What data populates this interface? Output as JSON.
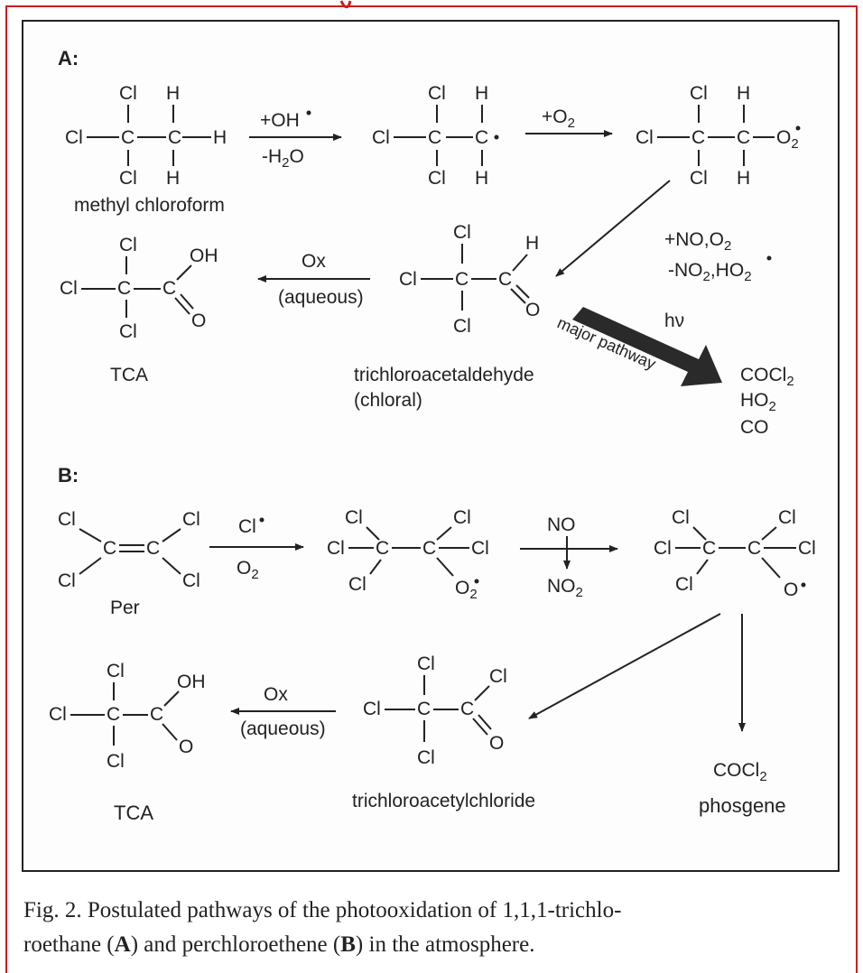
{
  "section_a_label": "A:",
  "section_b_label": "B:",
  "atoms": {
    "cl": "Cl",
    "c": "C",
    "h": "H",
    "o": "O",
    "oh": "OH",
    "o2": "O",
    "o2_sub": "2"
  },
  "scheme_a": {
    "start_name": "methyl chloroform",
    "step1_reagent": "+OH",
    "step1_loss": "-H",
    "step1_loss_sub": "2",
    "step1_loss_tail": "O",
    "step2_reagent": "+O",
    "step2_reagent_sub": "2",
    "step3_add": "+NO,O",
    "step3_add_sub": "2",
    "step3_loss": "-NO",
    "step3_loss_sub1": "2",
    "step3_loss_mid": ",HO",
    "step3_loss_sub2": "2",
    "ox_label": "Ox",
    "aqueous_label": "(aqueous)",
    "aldehyde_name": "trichloroacetaldehyde",
    "aldehyde_alias": "(chloral)",
    "tca_label": "TCA",
    "hv_label": "hν",
    "major_pathway_label": "major pathway",
    "products": [
      {
        "main": "COCl",
        "sub": "2"
      },
      {
        "main": "HO",
        "sub": "2"
      },
      {
        "main": "CO",
        "sub": ""
      }
    ]
  },
  "scheme_b": {
    "start_name": "Per",
    "step1_reagent": "Cl",
    "step1_co": "O",
    "step1_co_sub": "2",
    "step2_top": "NO",
    "step2_bottom": "NO",
    "step2_bottom_sub": "2",
    "ox_label": "Ox",
    "aqueous_label": "(aqueous)",
    "acid_chloride_name": "trichloroacetylchloride",
    "tca_label": "TCA",
    "phosgene_formula": "COCl",
    "phosgene_formula_sub": "2",
    "phosgene_name": "phosgene"
  },
  "caption": {
    "prefix": "Fig. 2. Postulated pathways of the photooxidation of 1,1,1-trichlo-",
    "line2_start": "roethane (",
    "a_ref": "A",
    "line2_mid": ") and perchloroethene (",
    "b_ref": "B",
    "line2_end": ") in the atmosphere."
  },
  "colors": {
    "border": "#d01c1c",
    "ink": "#222222",
    "arrow_fill": "#2a2a2a"
  }
}
